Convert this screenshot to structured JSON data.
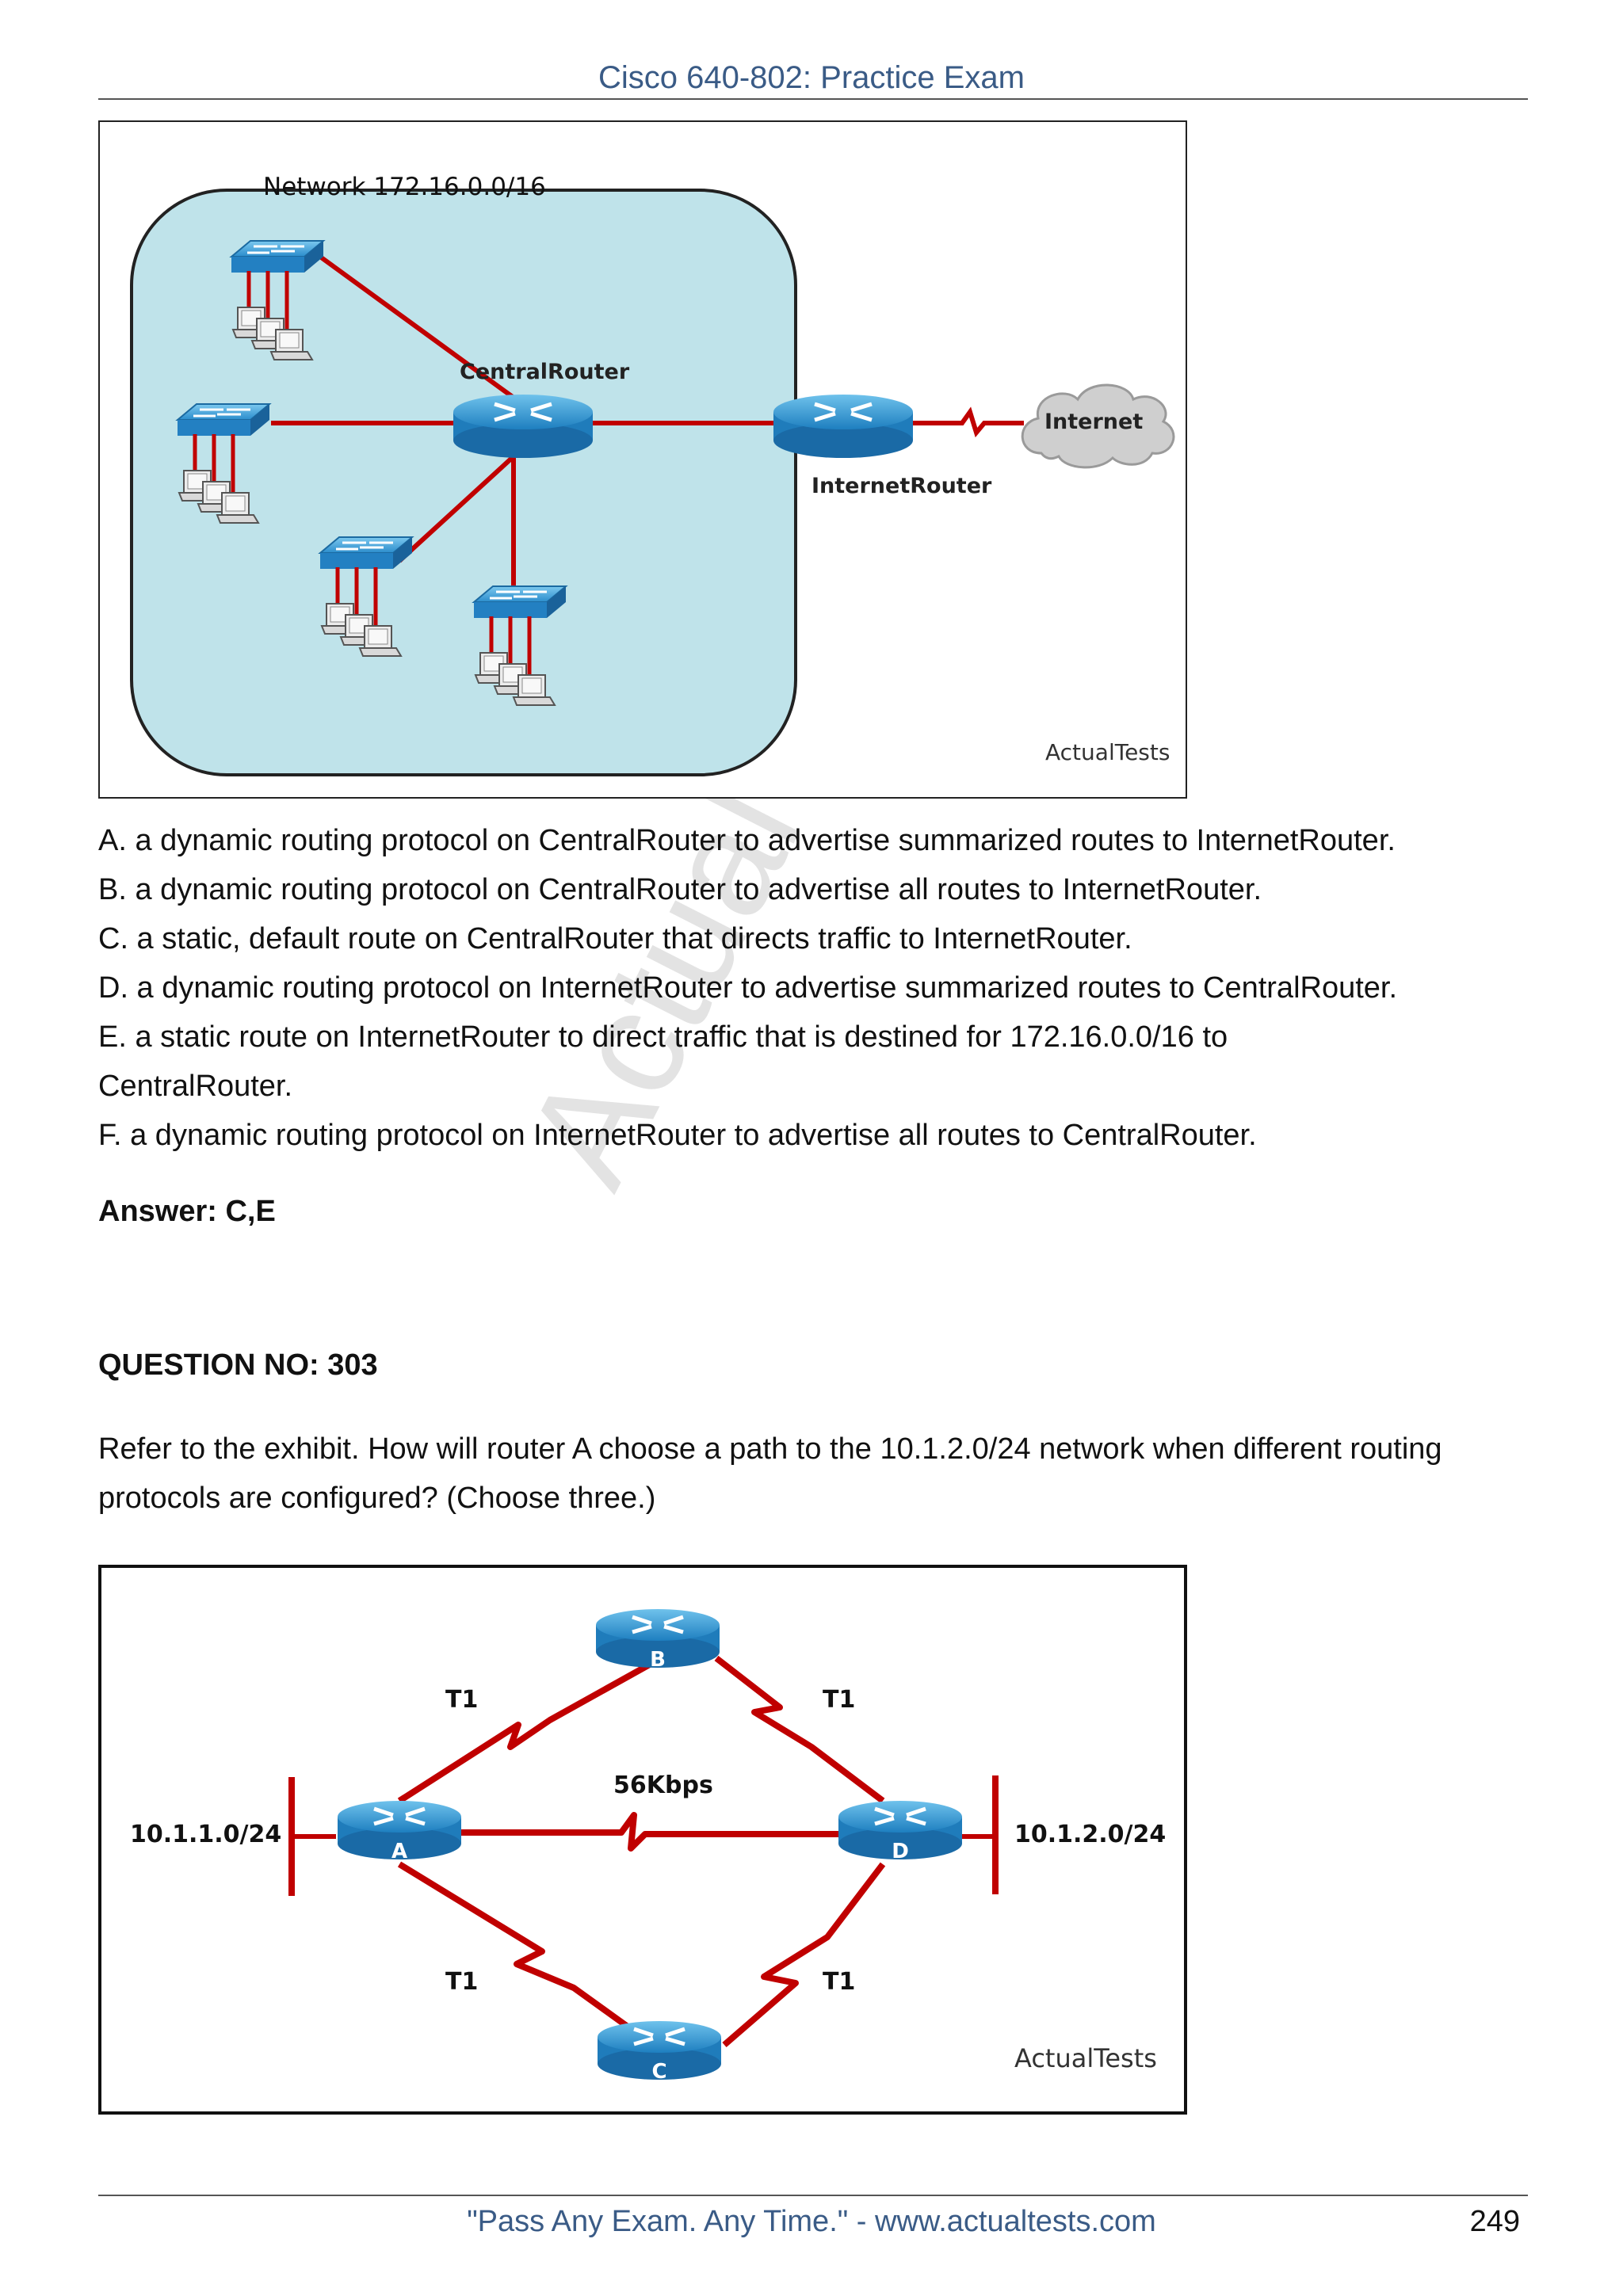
{
  "header": {
    "title": "Cisco 640-802: Practice Exam"
  },
  "exhibit1": {
    "network_label": "Network 172.16.0.0/16",
    "central_router": "CentralRouter",
    "internet_router": "InternetRouter",
    "internet_cloud": "Internet",
    "watermark": "ActualTests"
  },
  "options": [
    "A. a dynamic routing protocol on CentralRouter to advertise summarized routes to InternetRouter.",
    "B. a dynamic routing protocol on CentralRouter to advertise all routes to InternetRouter.",
    "C. a static, default route on CentralRouter that directs traffic to InternetRouter.",
    "D. a dynamic routing protocol on InternetRouter to advertise summarized routes to CentralRouter.",
    "E. a static route on InternetRouter to direct traffic that is destined for 172.16.0.0/16 to",
    "CentralRouter.",
    "F. a dynamic routing protocol on InternetRouter to advertise all routes to CentralRouter."
  ],
  "answer": "Answer: C,E",
  "question": {
    "number": "QUESTION NO: 303",
    "text": "Refer to the exhibit. How will router A choose a path to the 10.1.2.0/24 network when different routing protocols are configured? (Choose three.)"
  },
  "exhibit2": {
    "routers": {
      "a": "A",
      "b": "B",
      "c": "C",
      "d": "D"
    },
    "links": {
      "ab": "T1",
      "bd": "T1",
      "ac": "T1",
      "cd": "T1",
      "ad": "56Kbps"
    },
    "net_left": "10.1.1.0/24",
    "net_right": "10.1.2.0/24",
    "watermark": "ActualTests"
  },
  "page_watermark": "ActualTests.com",
  "footer": {
    "text": "\"Pass Any Exam. Any Time.\"  -  www.actualtests.com",
    "page": "249"
  }
}
